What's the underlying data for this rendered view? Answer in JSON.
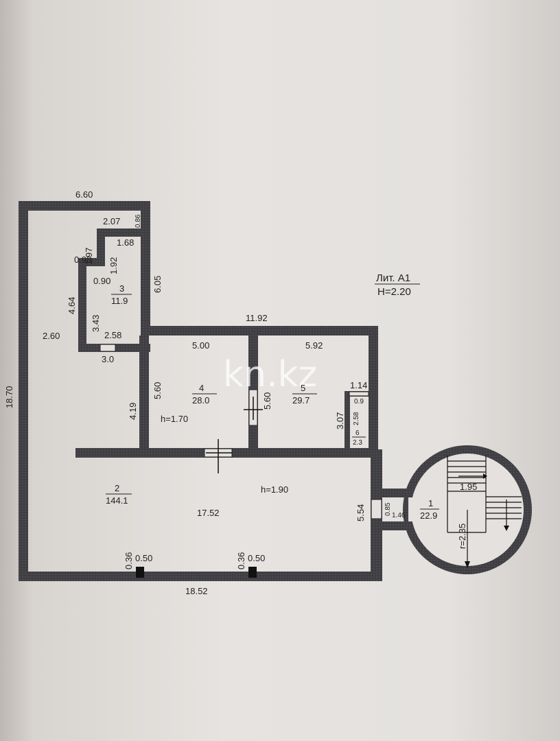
{
  "title": {
    "letter": "Лит. А1",
    "height": "H=2.20"
  },
  "watermark": "kn.kz",
  "rooms": [
    {
      "number": "1",
      "area": "22.9"
    },
    {
      "number": "2",
      "area": "144.1"
    },
    {
      "number": "3",
      "area": "11.9"
    },
    {
      "number": "4",
      "area": "28.0"
    },
    {
      "number": "5",
      "area": "29.7"
    },
    {
      "number": "6",
      "area": "2.3"
    }
  ],
  "heights": {
    "room4": "h=1.70",
    "room2": "h=1.90"
  },
  "dimensions": {
    "top_width": "6.60",
    "left_height": "18.70",
    "bottom_width": "18.52",
    "room3_top": "2.07",
    "room3_top_side": "0.86",
    "room3_step_w": "1.97",
    "room3_upper_w": "1.68",
    "room3_step_h": "0.98",
    "room3_upper_h": "1.92",
    "room3_inner": "0.90",
    "room3_left": "4.64",
    "room3_height": "3.43",
    "room3_bottom": "2.58",
    "room3_door": "3.0",
    "left_strip": "2.60",
    "right_wing": "6.05",
    "top_right": "11.92",
    "room4_width": "5.00",
    "room5_width": "5.92",
    "room4_height": "5.60",
    "room5_height": "5.60",
    "corridor_wall": "4.19",
    "room6_width": "1.14",
    "room6_depth": "0.9",
    "room6_height": "3.07",
    "room6_inner": "2.58",
    "hall_length": "17.52",
    "hall_height": "5.54",
    "passage_w": "0.85",
    "passage_l": "1.46",
    "stair_w": "1.95",
    "radius": "r=2.35",
    "window1_depth": "0.36",
    "window1_width": "0.50",
    "window2_depth": "0.36",
    "window2_width": "0.50"
  }
}
